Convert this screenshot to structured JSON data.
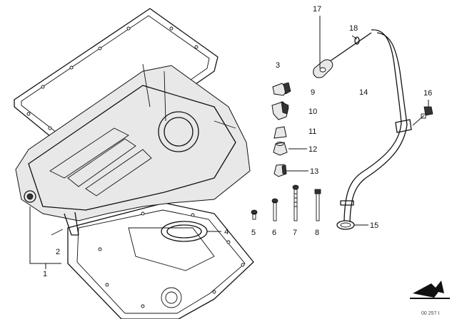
{
  "callouts": {
    "c1": "1",
    "c2": "2",
    "c3": "3",
    "c4": "4",
    "c5": "5",
    "c6": "6",
    "c7": "7",
    "c8": "8",
    "c9": "9",
    "c10": "10",
    "c11": "11",
    "c12": "12",
    "c13": "13",
    "c14": "14",
    "c15": "15",
    "c16": "16",
    "c17": "17",
    "c18": "18"
  },
  "footer": {
    "ref_code": "00 257 I"
  },
  "colors": {
    "line": "#111111",
    "background": "#ffffff",
    "fill": "#e8e8e8"
  },
  "icons": {
    "corner": "arrow-icon"
  }
}
